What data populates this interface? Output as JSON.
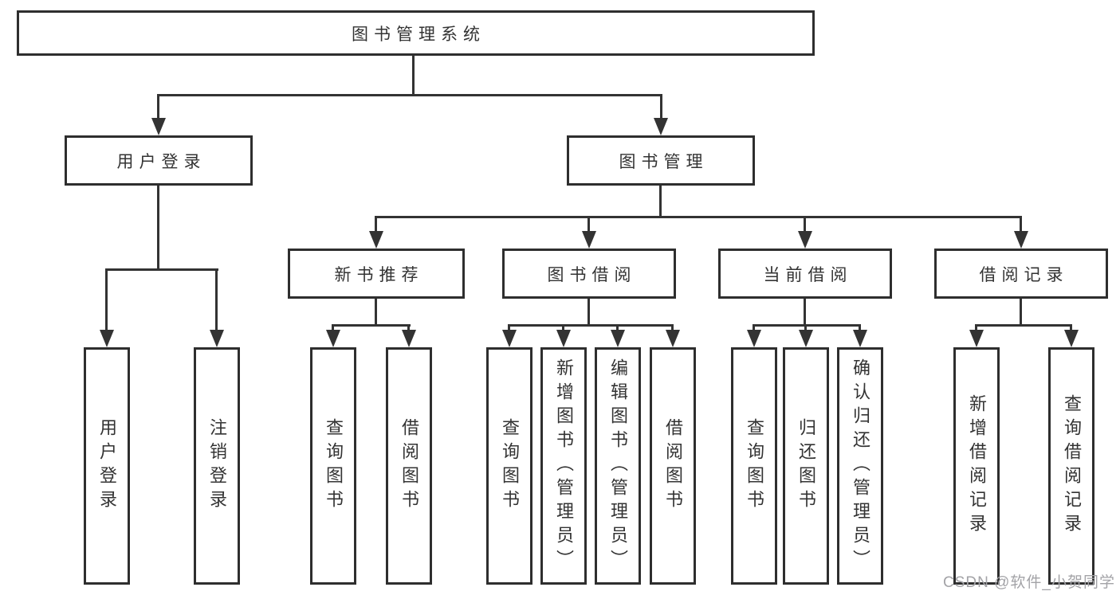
{
  "diagram": {
    "root": {
      "label": "图书管理系统"
    },
    "level1": {
      "user_login": {
        "label": "用户登录"
      },
      "book_mgmt": {
        "label": "图书管理"
      }
    },
    "level2": {
      "new_book_rec": {
        "label": "新书推荐"
      },
      "book_borrow": {
        "label": "图书借阅"
      },
      "current_borrow": {
        "label": "当前借阅"
      },
      "borrow_records": {
        "label": "借阅记录"
      }
    },
    "leaves": {
      "ul_login": {
        "label": "用户登录"
      },
      "ul_logout": {
        "label": "注销登录"
      },
      "nr_query": {
        "label": "查询图书"
      },
      "nr_borrow": {
        "label": "借阅图书"
      },
      "bb_query": {
        "label": "查询图书"
      },
      "bb_add": {
        "label": "新增图书（管理员）"
      },
      "bb_edit": {
        "label": "编辑图书（管理员）"
      },
      "bb_borrow": {
        "label": "借阅图书"
      },
      "cb_query": {
        "label": "查询图书"
      },
      "cb_return": {
        "label": "归还图书"
      },
      "cb_confirm": {
        "label": "确认归还（管理员）"
      },
      "br_add": {
        "label": "新增借阅记录"
      },
      "br_query": {
        "label": "查询借阅记录"
      }
    },
    "colors": {
      "line": "#333333",
      "border": "#2e2e2e",
      "text": "#333333",
      "background": "#ffffff",
      "watermark": "#a3a3a7"
    }
  },
  "watermark": {
    "text": "CSDN @软件_小贺同学"
  }
}
